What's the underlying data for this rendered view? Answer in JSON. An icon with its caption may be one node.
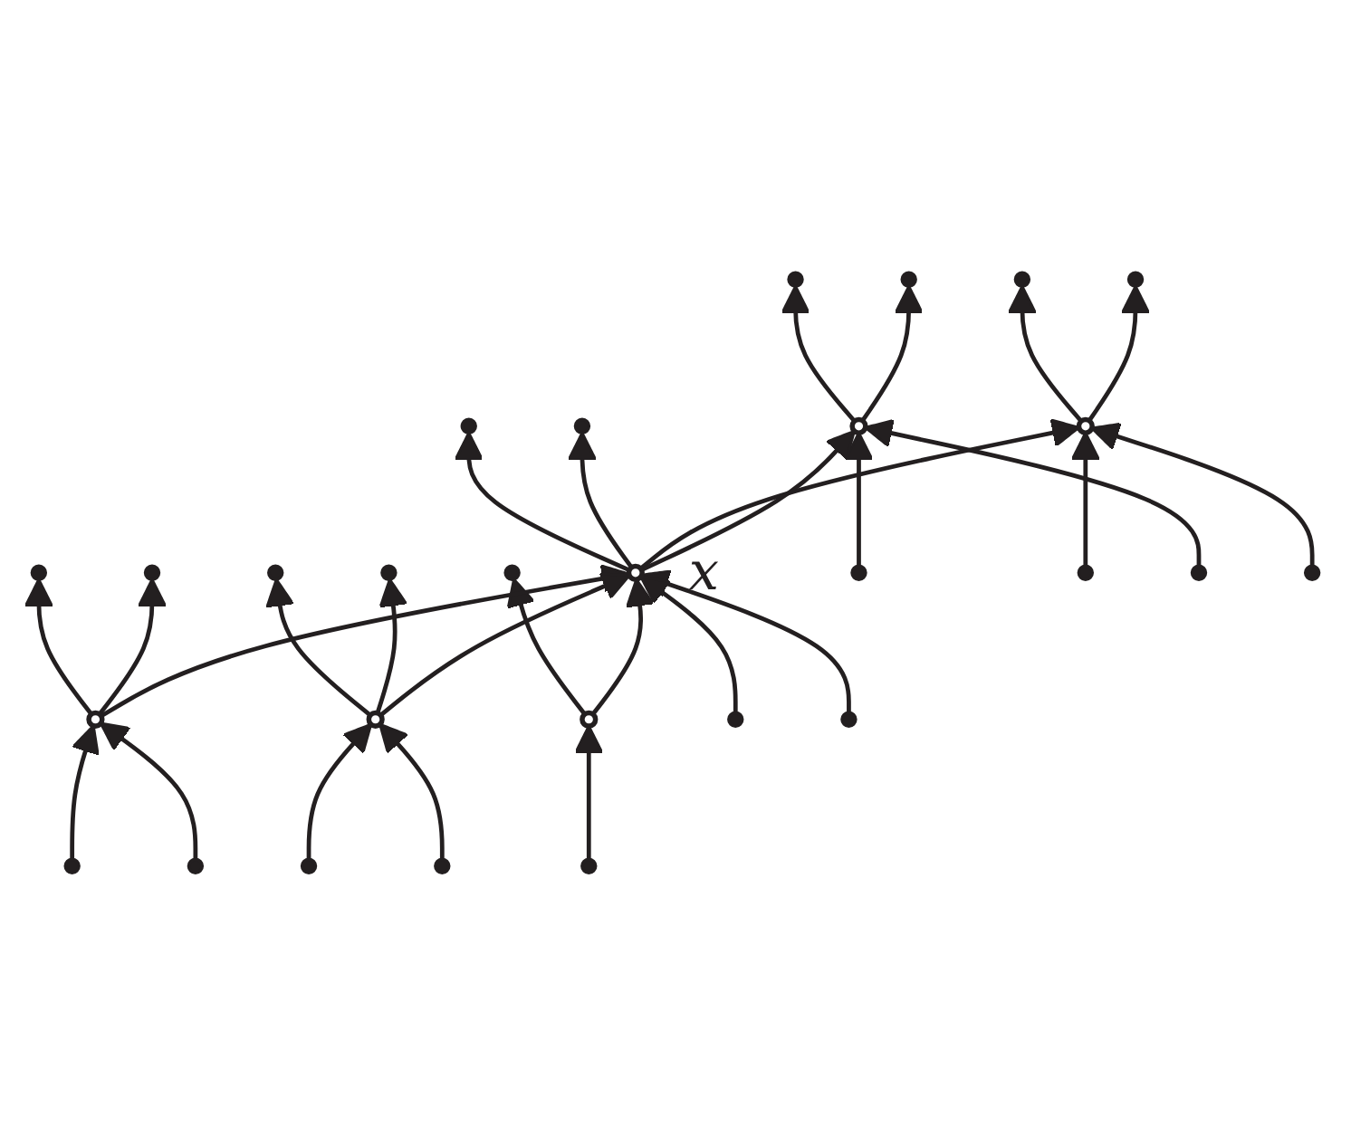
{
  "diagram": {
    "nodes": [
      {
        "text": [],
        "shape": "circle"
      },
      {
        "text": [],
        "shape": "circle"
      },
      {
        "text": [],
        "shape": "circle"
      },
      {
        "text": [],
        "shape": "circle"
      },
      {
        "text": [],
        "shape": "circle"
      },
      {
        "text": [],
        "shape": "circle"
      },
      {
        "text": [],
        "shape": "circle"
      },
      {
        "text": [],
        "shape": "circle"
      },
      {
        "text": [],
        "shape": "circle"
      },
      {
        "text": [],
        "shape": "circle"
      },
      {
        "text": [],
        "shape": "circle"
      },
      {
        "text": [],
        "shape": "circle"
      },
      {
        "text": [],
        "shape": "circle"
      },
      {
        "text": [],
        "shape": "circle",
        "beside": [
          "x"
        ]
      },
      {
        "text": [],
        "shape": "circle"
      },
      {
        "text": [],
        "shape": "circle"
      },
      {
        "text": [],
        "shape": "circle"
      },
      {
        "text": [],
        "shape": "circle"
      },
      {
        "text": [],
        "shape": "circle"
      },
      {
        "text": [],
        "shape": "circle"
      },
      {
        "text": [],
        "shape": "circle"
      },
      {
        "text": [],
        "shape": "circle"
      },
      {
        "text": [],
        "shape": "circle"
      },
      {
        "text": [],
        "shape": "circle"
      },
      {
        "text": [],
        "shape": "circle"
      },
      {
        "text": [],
        "shape": "circle"
      },
      {
        "text": [],
        "shape": "circle"
      },
      {
        "text": [],
        "shape": "circle"
      }
    ],
    "edges": [
      {
        "from": 23,
        "to": 11,
        "arrow": "to"
      },
      {
        "from": 17,
        "to": 11,
        "arrow": "to"
      },
      {
        "from": 11,
        "to": 5,
        "arrow": "to"
      },
      {
        "from": 11,
        "to": 0,
        "arrow": "to"
      },
      {
        "from": 24,
        "to": 12,
        "arrow": "to"
      },
      {
        "from": 18,
        "to": 12,
        "arrow": "to"
      },
      {
        "from": 12,
        "to": 6,
        "arrow": "to"
      },
      {
        "from": 12,
        "to": 1,
        "arrow": "to"
      },
      {
        "from": 25,
        "to": 13,
        "arrow": "to"
      },
      {
        "from": 19,
        "to": 13,
        "arrow": "to"
      },
      {
        "from": 13,
        "to": 7,
        "arrow": "to"
      },
      {
        "from": 13,
        "to": 2,
        "arrow": "to"
      },
      {
        "from": 26,
        "to": 14,
        "arrow": "to"
      },
      {
        "from": 20,
        "to": 14,
        "arrow": "to"
      },
      {
        "from": 14,
        "to": 8,
        "arrow": "to"
      },
      {
        "from": 14,
        "to": 3,
        "arrow": "to"
      },
      {
        "from": 27,
        "to": 15,
        "arrow": "to"
      },
      {
        "from": 21,
        "to": 15,
        "arrow": "to"
      },
      {
        "from": 15,
        "to": 9,
        "arrow": "to"
      },
      {
        "from": 15,
        "to": 4,
        "arrow": "to"
      },
      {
        "from": 22,
        "to": 16,
        "arrow": "to"
      },
      {
        "from": 16,
        "to": 10,
        "arrow": "to"
      },
      {
        "from": 14,
        "to": 13,
        "arrow": "to"
      },
      {
        "from": 15,
        "to": 13,
        "arrow": "to"
      },
      {
        "from": 16,
        "to": 13,
        "arrow": "to"
      },
      {
        "from": 13,
        "to": 12,
        "arrow": "to"
      },
      {
        "from": 13,
        "to": 11,
        "arrow": "to"
      }
    ]
  }
}
